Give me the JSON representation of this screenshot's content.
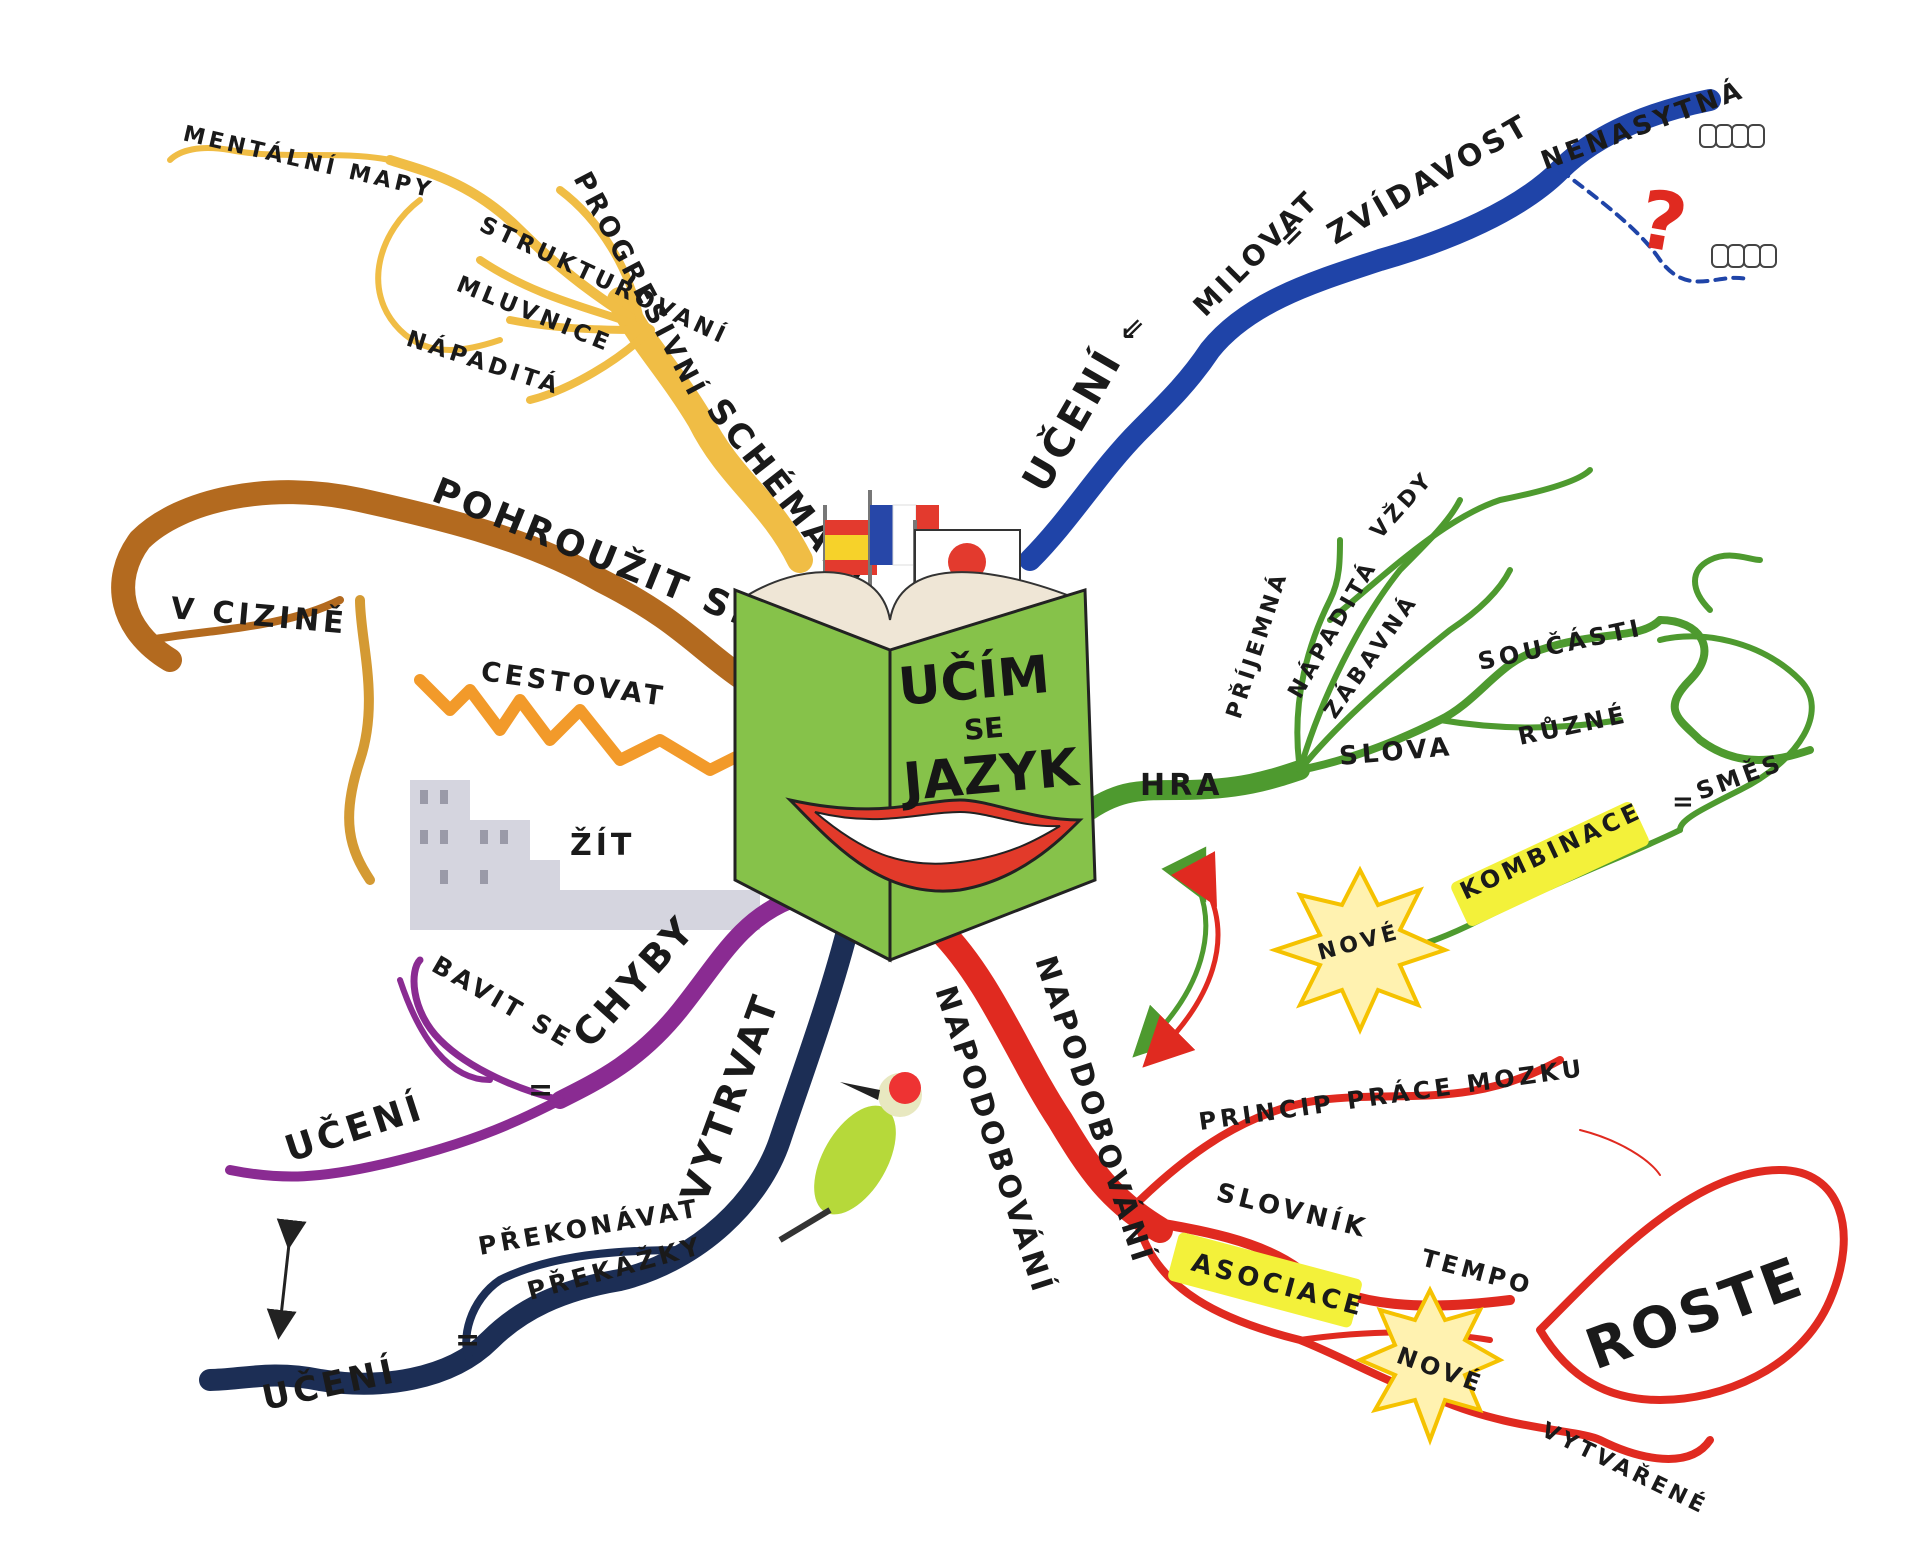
{
  "center": {
    "line1": "UČÍM",
    "line2": "SE",
    "line3": "JAZYK"
  },
  "colors": {
    "yellow": "#f0bd45",
    "brown": "#b36a1f",
    "orange": "#f29a2a",
    "gray": "#c9c9d3",
    "purple": "#8a2b92",
    "navy": "#1c2e55",
    "red": "#e02a20",
    "green": "#4e9a2f",
    "blue": "#1f44a8",
    "book": "#86c24a",
    "highlight": "#f3f13a"
  },
  "branches": {
    "schemata": {
      "label": "SCHÉMATA",
      "progresivni": "PROGRESIVNÍ",
      "mentalni_mapy": "MENTÁLNÍ MAPY",
      "strukturovani": "STRUKTUROVANÍ",
      "mluvnice": "MLUVNICE",
      "napadita": "NÁPADITÁ"
    },
    "pohrouzit": {
      "label": "POHROUŽIT SE",
      "v_cizine": "V CIZINĚ",
      "cestovat": "CESTOVAT",
      "zit": "ŽÍT"
    },
    "chyby": {
      "label": "CHYBY",
      "bavit_se": "BAVIT SE",
      "equals": "=",
      "uceni": "UČENÍ"
    },
    "vytrvat": {
      "label": "VYTRVAT",
      "prekonavat": "PŘEKONÁVAT",
      "prekazky": "PŘEKÁŽKY",
      "equals": "=",
      "uceni": "UČENÍ"
    },
    "napodobovani": {
      "label_a": "NAPODOBOVÁNÍ",
      "label_b": "NAPODOBOVÁNÍ",
      "princip": "PRINCIP PRÁCE MOZKU",
      "slovnik": "SLOVNÍK",
      "asociace": "ASOCIACE",
      "tempo": "TEMPO",
      "roste": "ROSTE",
      "nove": "NOVÉ",
      "vytvarene": "VYTVAŘENÉ"
    },
    "hra": {
      "label": "HRA",
      "prijemna": "PŘÍJEMNÁ",
      "napadita": "NÁPADITÁ",
      "vzdy": "VŽDY",
      "zabavna": "ZÁBAVNÁ",
      "slova": "SLOVA",
      "soucasti": "SOUČÁSTI",
      "ruzne": "RŮZNÉ",
      "kombinace": "KOMBINACE",
      "equals": "=",
      "smes": "SMĚS",
      "nove": "NOVÉ"
    },
    "uceni_top": {
      "label": "UČENÍ",
      "arrow": "⇐",
      "milovat": "MILOVAT",
      "equals": "=",
      "zvidavost": "ZVÍDAVOST",
      "nenasytna": "NENASYTNÁ",
      "question": "?"
    }
  }
}
